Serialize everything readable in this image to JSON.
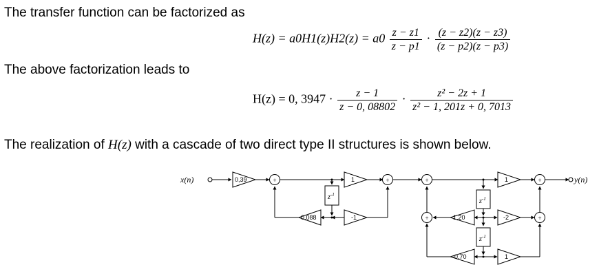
{
  "para1": "The transfer function can be factorized as",
  "eq1": {
    "lhs": "H(z) = a0H1(z)H2(z) = a0",
    "f1_num": "z − z1",
    "f1_den": "z − p1",
    "dot": "·",
    "f2_num": "(z − z2)(z − z3)",
    "f2_den": "(z − p2)(z − p3)"
  },
  "para2": "The above factorization leads to",
  "eq2": {
    "lhs": "H(z) = 0, 3947 ·",
    "f1_num": "z − 1",
    "f1_den": "z − 0, 08802",
    "dot": "·",
    "f2_num": "z² − 2z + 1",
    "f2_den": "z² − 1, 201z + 0, 7013"
  },
  "para3_pre": "The realization of ",
  "para3_math": "H(z)",
  "para3_post": " with a cascade of two direct type II structures is shown below.",
  "diagram": {
    "input": "x(n)",
    "output": "y(n)",
    "gain_input": "0,39",
    "gain_s1_feedback": "0,088",
    "gain_s1_b0": "1",
    "gain_s1_b1": "-1",
    "gain_s2_a1": "1,20",
    "gain_s2_a2": "-0,70",
    "gain_s2_b0": "1",
    "gain_s2_b1": "-2",
    "gain_s2_b2": "1",
    "delay": "z",
    "delay_exp": "-1",
    "adder": "+"
  }
}
